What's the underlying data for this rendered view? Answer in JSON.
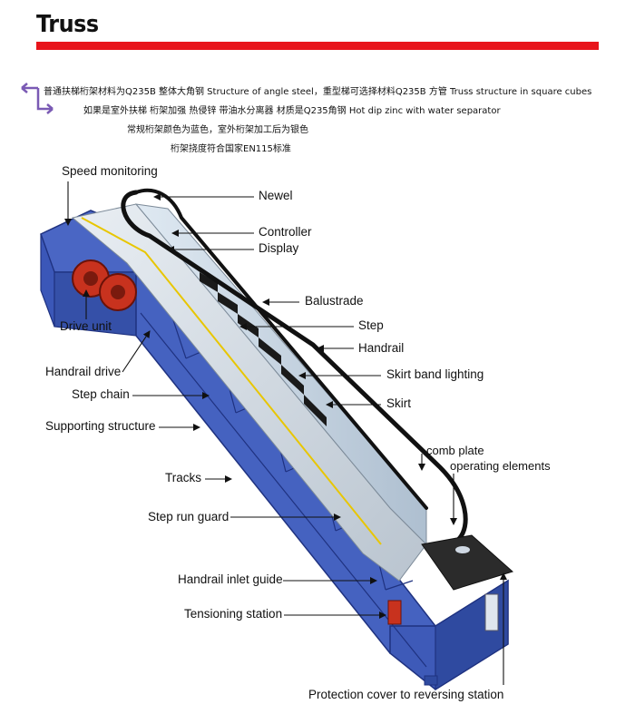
{
  "header": {
    "title": "Truss",
    "accent_color": "#e8141b"
  },
  "notes": {
    "line1": "普通扶梯桁架材料为Q235B 整体大角钢 Structure of angle steel，重型梯可选择材料Q235B 方管 Truss structure in square cubes",
    "line2": "如果是室外扶梯  桁架加强 热侵锌 带油水分离器 材质是Q235角钢 Hot dip zinc with water separator",
    "line3": "常规桁架颜色为蓝色，室外桁架加工后为银色",
    "line4": "桁架挠度符合国家EN115标准"
  },
  "labels": {
    "speed_monitoring": "Speed monitoring",
    "newel": "Newel",
    "controller": "Controller",
    "display": "Display",
    "balustrade": "Balustrade",
    "drive_unit": "Drive unit",
    "step": "Step",
    "handrail": "Handrail",
    "handrail_drive": "Handrail drive",
    "skirt_band_lighting": "Skirt band lighting",
    "step_chain": "Step chain",
    "skirt": "Skirt",
    "supporting_structure": "Supporting structure",
    "comb_plate": "comb plate",
    "operating_elements": "operating elements",
    "tracks": "Tracks",
    "step_run_guard": "Step run guard",
    "handrail_inlet_guide": "Handrail inlet guide",
    "tensioning_station": "Tensioning station",
    "protection_cover": "Protection cover to reversing station"
  },
  "colors": {
    "truss_blue": "#3b57b8",
    "truss_dark": "#1f3280",
    "drive_red": "#c8321e",
    "handrail_black": "#111111",
    "arrow_purple": "#7a5ab4"
  }
}
